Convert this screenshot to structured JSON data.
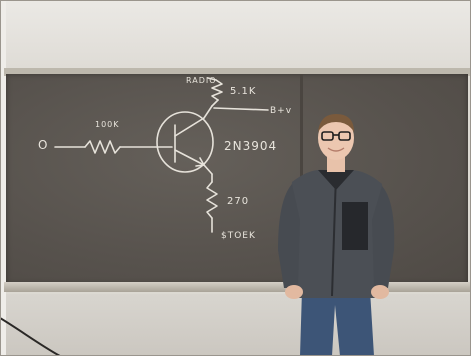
{
  "scene": {
    "board_color": "#5b5651",
    "chalk_color": "#e8e4dc",
    "jacket_color": "#4b4f55"
  },
  "chalk_labels": {
    "ground_symbol": "O",
    "resistor_base": "100K",
    "top_node": "RADIO",
    "resistor_top": "5.1K",
    "supply": "B+v",
    "transistor": "2N3904",
    "resistor_emitter": "270",
    "output": "$TOEK"
  }
}
